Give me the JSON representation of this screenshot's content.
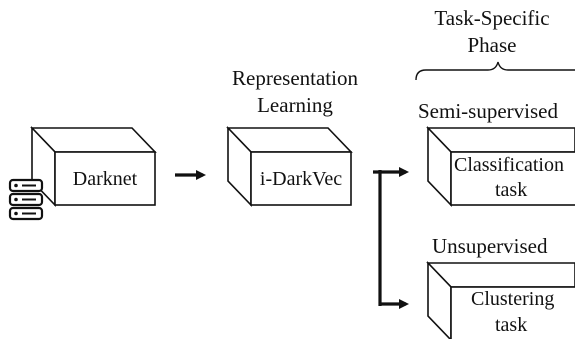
{
  "phase_header": {
    "line1": "Task-Specific",
    "line2": "Phase"
  },
  "rep_learning": {
    "line1": "Representation",
    "line2": "Learning"
  },
  "blocks": {
    "darknet": "Darknet",
    "idarkvec": "i-DarkVec",
    "classification": {
      "line1": "Classification",
      "line2": "task"
    },
    "clustering": {
      "line1": "Clustering",
      "line2": "task"
    }
  },
  "semi_supervised_label": "Semi-supervised",
  "unsupervised_label": "Unsupervised",
  "icons": {
    "server": "server-stack-icon"
  }
}
